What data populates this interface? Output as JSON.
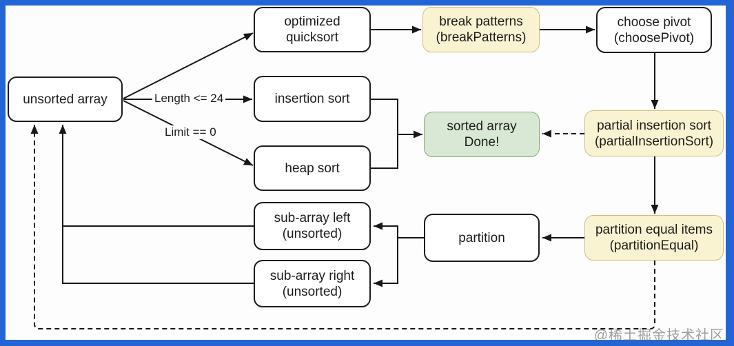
{
  "diagram": {
    "description": "optimized quicksort flowchart",
    "watermark": "@稀土掘金技术社区",
    "colors": {
      "frame_blue": "#2465d6",
      "canvas_white": "#fdfdfd",
      "node_white_fill": "#ffffff",
      "node_dark_border": "#1c1c1c",
      "node_yellow_fill": "#faf3d1",
      "node_yellow_border": "#cfbd83",
      "node_green_fill": "#d9e8d4",
      "node_green_border": "#85aa71",
      "edge_black": "#171717"
    },
    "nodes": {
      "unsorted_array": {
        "line1": "unsorted array"
      },
      "optimized_quicksort": {
        "line1": "optimized",
        "line2": "quicksort"
      },
      "insertion_sort": {
        "line1": "insertion sort"
      },
      "heap_sort": {
        "line1": "heap sort"
      },
      "break_patterns": {
        "line1": "break patterns",
        "line2": "(breakPatterns)"
      },
      "choose_pivot": {
        "line1": "choose pivot",
        "line2": "(choosePivot)"
      },
      "sorted_array": {
        "line1": "sorted array",
        "line2": "Done!"
      },
      "partial_insertion_sort": {
        "line1": "partial insertion sort",
        "line2": "(partialInsertionSort)"
      },
      "partition": {
        "line1": "partition"
      },
      "partition_equal": {
        "line1": "partition equal items",
        "line2": "(partitionEqual)"
      },
      "sub_array_left": {
        "line1": "sub-array left",
        "line2": "(unsorted)"
      },
      "sub_array_right": {
        "line1": "sub-array right",
        "line2": "(unsorted)"
      }
    },
    "edge_labels": {
      "length_condition": "Length <= 24",
      "limit_condition": "Limit == 0"
    },
    "edges": [
      {
        "from": "unsorted_array",
        "to": "optimized_quicksort",
        "style": "solid",
        "label": ""
      },
      {
        "from": "unsorted_array",
        "to": "insertion_sort",
        "style": "solid",
        "label": "Length <= 24"
      },
      {
        "from": "unsorted_array",
        "to": "heap_sort",
        "style": "solid",
        "label": "Limit == 0"
      },
      {
        "from": "optimized_quicksort",
        "to": "break_patterns",
        "style": "solid",
        "label": ""
      },
      {
        "from": "break_patterns",
        "to": "choose_pivot",
        "style": "solid",
        "label": ""
      },
      {
        "from": "choose_pivot",
        "to": "partial_insertion_sort",
        "style": "solid",
        "label": ""
      },
      {
        "from": "partial_insertion_sort",
        "to": "sorted_array",
        "style": "dashed",
        "label": ""
      },
      {
        "from": "partial_insertion_sort",
        "to": "partition_equal",
        "style": "solid",
        "label": ""
      },
      {
        "from": "partition_equal",
        "to": "partition",
        "style": "solid",
        "label": ""
      },
      {
        "from": "partition",
        "to": "sub_array_left",
        "style": "solid",
        "label": ""
      },
      {
        "from": "partition",
        "to": "sub_array_right",
        "style": "solid",
        "label": ""
      },
      {
        "from": "insertion_sort",
        "to": "sorted_array",
        "style": "solid",
        "label": ""
      },
      {
        "from": "heap_sort",
        "to": "sorted_array",
        "style": "solid",
        "label": ""
      },
      {
        "from": "sub_array_left",
        "to": "unsorted_array",
        "style": "solid",
        "label": ""
      },
      {
        "from": "sub_array_right",
        "to": "unsorted_array",
        "style": "solid",
        "label": ""
      },
      {
        "from": "partition_equal",
        "to": "unsorted_array",
        "style": "dashed",
        "label": ""
      }
    ]
  }
}
